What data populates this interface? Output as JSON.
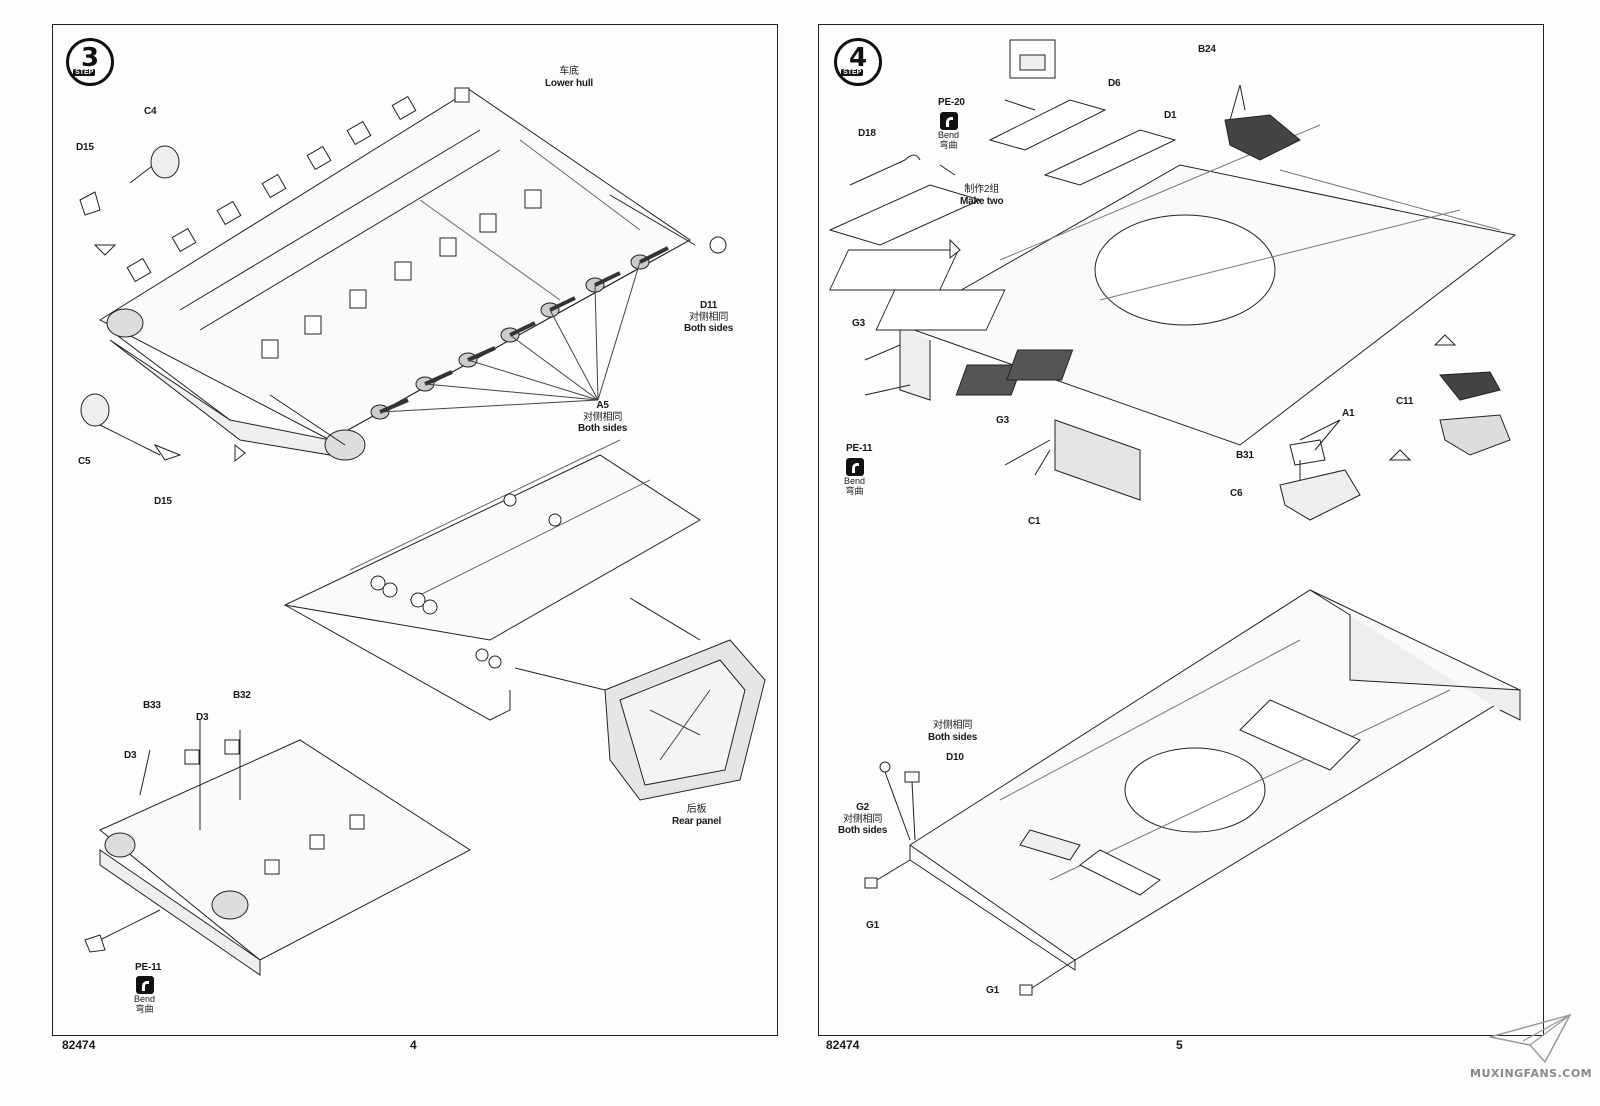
{
  "left_page": {
    "step_number": "3",
    "step_word": "STEP",
    "labels": {
      "lower_hull_cn": "车底",
      "lower_hull_en": "Lower hull",
      "c4": "C4",
      "d15_top": "D15",
      "d11": "D11",
      "d11_cn": "对侧相同",
      "d11_en": "Both sides",
      "a5": "A5",
      "a5_cn": "对侧相同",
      "a5_en": "Both sides",
      "c5": "C5",
      "d15_bottom": "D15",
      "b33": "B33",
      "d3_a": "D3",
      "b32": "B32",
      "d3_b": "D3",
      "rear_cn": "后板",
      "rear_en": "Rear panel",
      "pe11": "PE-11",
      "bend_en": "Bend",
      "bend_cn": "弯曲"
    },
    "footer_code": "82474",
    "page_number": "4"
  },
  "right_page": {
    "step_number": "4",
    "step_word": "STEP",
    "labels": {
      "pe20": "PE-20",
      "bend_en_top": "Bend",
      "bend_cn_top": "弯曲",
      "d6": "D6",
      "d1": "D1",
      "b24": "B24",
      "d18": "D18",
      "make_two_cn": "制作2组",
      "make_two_en": "Make two",
      "g3_top": "G3",
      "pe11": "PE-11",
      "bend_en_mid": "Bend",
      "bend_cn_mid": "弯曲",
      "g3_mid": "G3",
      "c1": "C1",
      "a1": "A1",
      "b31": "B31",
      "c6": "C6",
      "c11": "C11",
      "both_cn_1": "对侧相同",
      "both_en_1": "Both sides",
      "d10": "D10",
      "g2": "G2",
      "both_cn_2": "对侧相同",
      "both_en_2": "Both sides",
      "g1_a": "G1",
      "g1_b": "G1"
    },
    "footer_code": "82474",
    "page_number": "5",
    "watermark": "MUXINGFANS.COM"
  }
}
